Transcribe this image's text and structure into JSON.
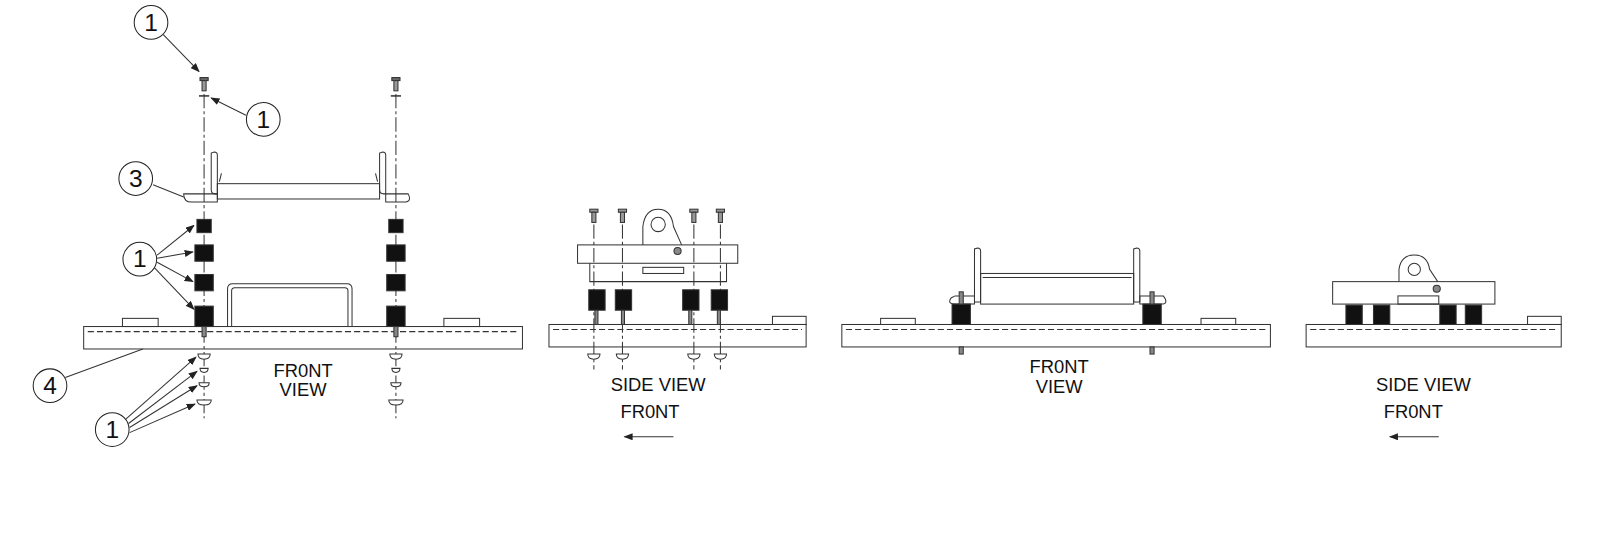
{
  "diagram": {
    "nodes": [
      {
        "text": [
          "1"
        ]
      },
      {
        "text": [
          "1"
        ]
      },
      {
        "text": [
          "3"
        ]
      },
      {
        "text": [
          "1"
        ]
      },
      {
        "text": [
          "4"
        ]
      },
      {
        "text": [
          "1"
        ]
      }
    ],
    "labels": [
      "FR0NT VIEW",
      "SIDE VIEW",
      "FR0NT",
      "FR0NT VIEW",
      "SIDE VIEW",
      "FR0NT"
    ]
  }
}
